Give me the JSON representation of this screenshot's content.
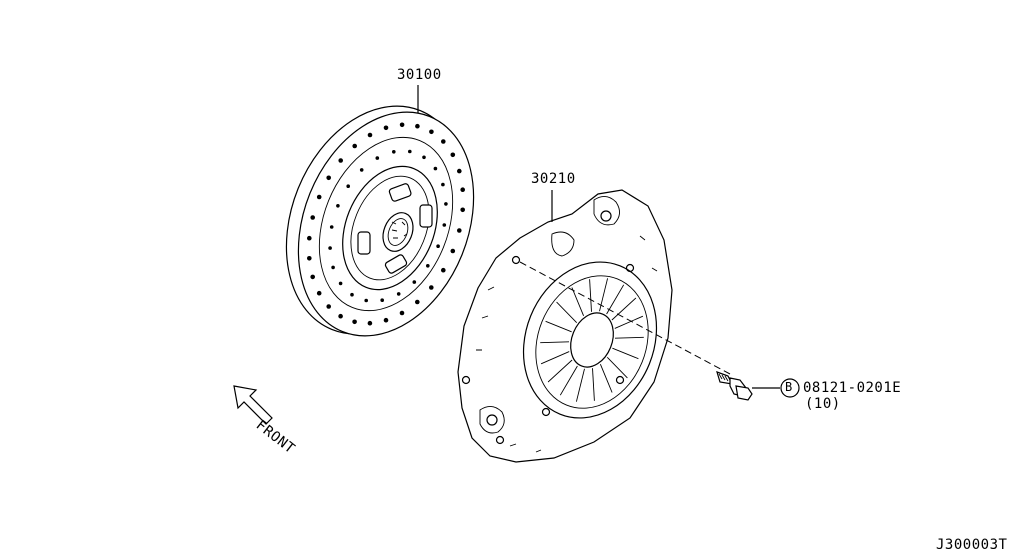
{
  "parts": {
    "clutch_disc": {
      "number": "30100"
    },
    "clutch_cover": {
      "number": "30210"
    },
    "bolt": {
      "symbol": "B",
      "number": "08121-0201E",
      "qty": "(10)"
    }
  },
  "direction": {
    "label": "FRONT"
  },
  "diagram_id": "J300003T"
}
